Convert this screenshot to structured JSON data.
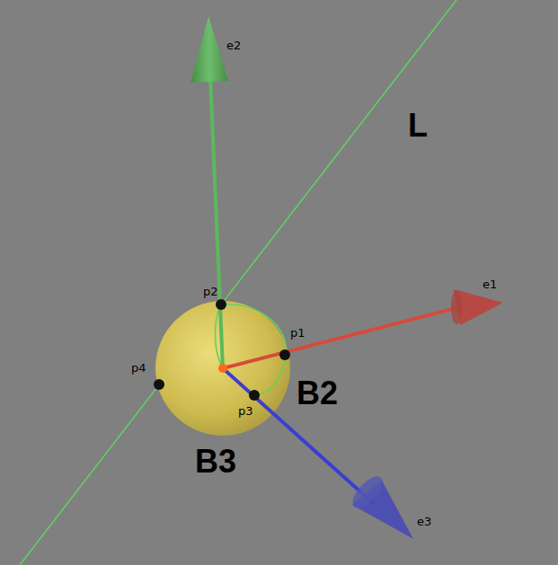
{
  "diagram": {
    "labels": [
      "e2",
      "L",
      "e1",
      "p2",
      "p1",
      "p4",
      "p3",
      "B2",
      "B3",
      "e3"
    ]
  }
}
